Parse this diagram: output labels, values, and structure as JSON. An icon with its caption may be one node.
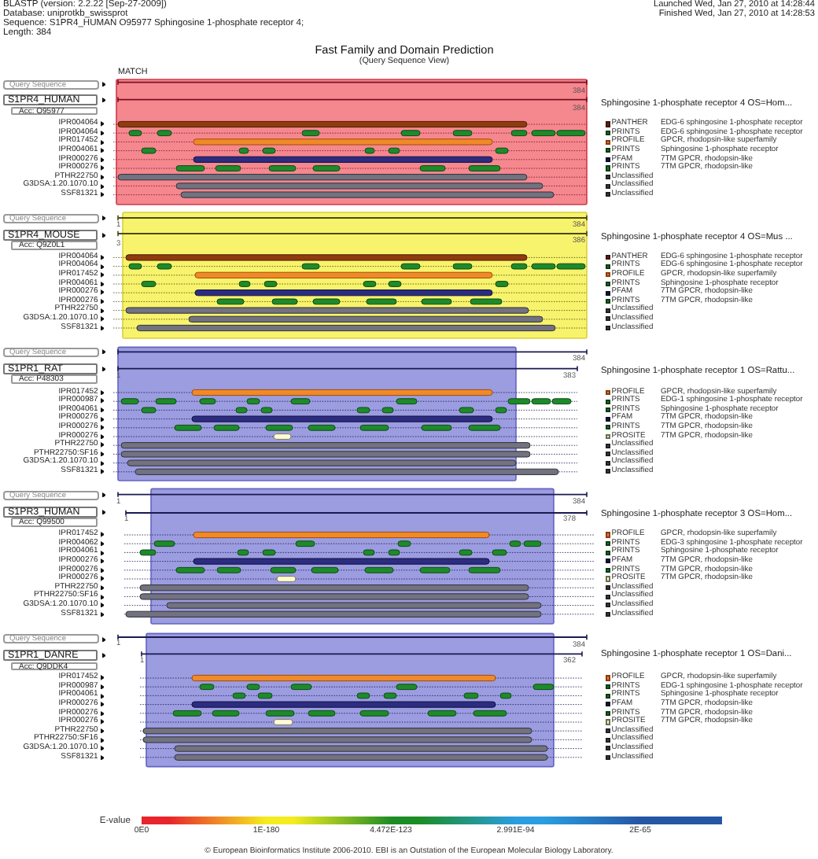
{
  "diagram": {
    "title": "Fast Family and Domain Prediction",
    "caption": "© European Bioinformatics Institute 2006-2010. EBI is an Outstation of the European Molecular Biology Laboratory.",
    "nodes": [
      {
        "text": [
          "Query Sequence"
        ]
      },
      {
        "text": [
          "S1PR4_HUMAN"
        ]
      },
      {
        "text": [
          "Acc: O95977"
        ]
      },
      {
        "text": [
          "Query Sequence"
        ]
      },
      {
        "text": [
          "S1PR4_MOUSE"
        ]
      },
      {
        "text": [
          "Acc: Q9Z0L1"
        ]
      },
      {
        "text": [
          "Query Sequence"
        ]
      },
      {
        "text": [
          "S1PR1_RAT"
        ]
      },
      {
        "text": [
          "Acc: P48303"
        ]
      },
      {
        "text": [
          "Query Sequence"
        ]
      },
      {
        "text": [
          "S1PR3_HUMAN"
        ]
      },
      {
        "text": [
          "Acc: Q99500"
        ]
      },
      {
        "text": [
          "Query Sequence"
        ]
      },
      {
        "text": [
          "S1PR1_DANRE"
        ]
      },
      {
        "text": [
          "Acc: Q9DDK4"
        ]
      }
    ],
    "labels": [
      "BLASTP (version: 2.2.22 [Sep-27-2009])",
      "Launched Wed, Jan 27, 2010 at 14:28:44",
      "Database: uniprotkb_swissprot",
      "Finished Wed, Jan 27, 2010 at 14:28:53",
      "Sequence: S1PR4_HUMAN O95977 Sphingosine 1-phosphate receptor 4;",
      "Length: 384",
      "(Query Sequence View)",
      "MATCH",
      "384",
      "384",
      "Sphingosine 1-phosphate receptor 4 OS=Hom...",
      "IPR004064",
      "PANTHER",
      "EDG-6 sphingosine 1-phosphate receptor",
      "IPR004064",
      "PRINTS",
      "EDG-6 sphingosine 1-phosphate receptor",
      "IPR017452",
      "PROFILE",
      "GPCR, rhodopsin-like superfamily",
      "IPR004061",
      "PRINTS",
      "Sphingosine 1-phosphate receptor",
      "IPR000276",
      "PFAM",
      "7TM GPCR, rhodopsin-like",
      "IPR000276",
      "PRINTS",
      "7TM GPCR, rhodopsin-like",
      "PTHR22750",
      "Unclassified",
      "G3DSA:1.20.1070.10",
      "Unclassified",
      "SSF81321",
      "Unclassified",
      "1",
      "384",
      "3",
      "386",
      "Sphingosine 1-phosphate receptor 4 OS=Mus ...",
      "IPR004064",
      "PANTHER",
      "EDG-6 sphingosine 1-phosphate receptor",
      "IPR004064",
      "PRINTS",
      "EDG-6 sphingosine 1-phosphate receptor",
      "IPR017452",
      "PROFILE",
      "GPCR, rhodopsin-like superfamily",
      "IPR004061",
      "PRINTS",
      "Sphingosine 1-phosphate receptor",
      "IPR000276",
      "PFAM",
      "7TM GPCR, rhodopsin-like",
      "IPR000276",
      "PRINTS",
      "7TM GPCR, rhodopsin-like",
      "PTHR22750",
      "Unclassified",
      "G3DSA:1.20.1070.10",
      "Unclassified",
      "SSF81321",
      "Unclassified",
      "384",
      "1",
      "383",
      "Sphingosine 1-phosphate receptor 1 OS=Rattu...",
      "IPR017452",
      "PROFILE",
      "GPCR, rhodopsin-like superfamily",
      "IPR000987",
      "PRINTS",
      "EDG-1 sphingosine 1-phosphate receptor",
      "IPR004061",
      "PRINTS",
      "Sphingosine 1-phosphate receptor",
      "IPR000276",
      "PFAM",
      "7TM GPCR, rhodopsin-like",
      "IPR000276",
      "PRINTS",
      "7TM GPCR, rhodopsin-like",
      "IPR000276",
      "PROSITE",
      "7TM GPCR, rhodopsin-like",
      "PTHR22750",
      "Unclassified",
      "PTHR22750:SF16",
      "Unclassified",
      "G3DSA:1.20.1070.10",
      "Unclassified",
      "SSF81321",
      "Unclassified",
      "1",
      "384",
      "1",
      "378",
      "Sphingosine 1-phosphate receptor 3 OS=Hom...",
      "IPR017452",
      "PROFILE",
      "GPCR, rhodopsin-like superfamily",
      "IPR004062",
      "PRINTS",
      "EDG-3 sphingosine 1-phosphate receptor",
      "IPR004061",
      "PRINTS",
      "Sphingosine 1-phosphate receptor",
      "IPR000276",
      "PFAM",
      "7TM GPCR, rhodopsin-like",
      "IPR000276",
      "PRINTS",
      "7TM GPCR, rhodopsin-like",
      "IPR000276",
      "PROSITE",
      "7TM GPCR, rhodopsin-like",
      "PTHR22750",
      "Unclassified",
      "PTHR22750:SF16",
      "Unclassified",
      "G3DSA:1.20.1070.10",
      "Unclassified",
      "SSF81321",
      "Unclassified",
      "1",
      "384",
      "1",
      "362",
      "Sphingosine 1-phosphate receptor 1 OS=Dani...",
      "IPR017452",
      "PROFILE",
      "GPCR, rhodopsin-like superfamily",
      "IPR000987",
      "PRINTS",
      "EDG-1 sphingosine 1-phosphate receptor",
      "IPR004061",
      "PRINTS",
      "Sphingosine 1-phosphate receptor",
      "IPR000276",
      "PFAM",
      "7TM GPCR, rhodopsin-like",
      "IPR000276",
      "PRINTS",
      "7TM GPCR, rhodopsin-like",
      "IPR000276",
      "PROSITE",
      "7TM GPCR, rhodopsin-like",
      "PTHR22750",
      "Unclassified",
      "PTHR22750:SF16",
      "Unclassified",
      "G3DSA:1.20.1070.10",
      "Unclassified",
      "SSF81321",
      "Unclassified",
      "E-value"
    ],
    "legend": [
      {
        "text": "0E0",
        "color": "#e8242c"
      },
      {
        "text": "1E-180",
        "color": "#f4ec20"
      },
      {
        "text": "4.472E-123",
        "color": "#1c8c24"
      },
      {
        "text": "2.991E-94",
        "color": "#2a9ee0"
      },
      {
        "text": "2E-65",
        "color": "#2456a4"
      }
    ]
  }
}
